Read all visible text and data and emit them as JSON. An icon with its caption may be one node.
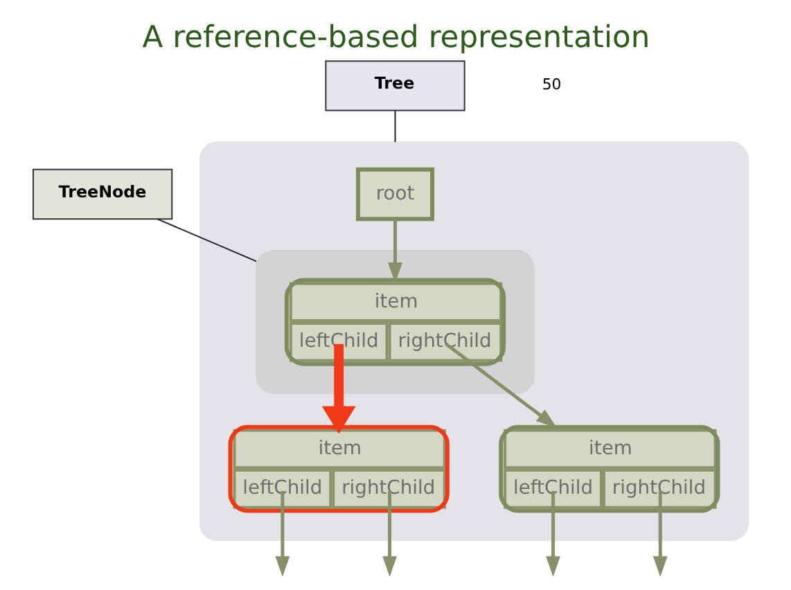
{
  "diagram": {
    "title": "A reference-based representation",
    "nodes": [
      {
        "text": [],
        "shape": "box"
      },
      {
        "text": [
          "root"
        ],
        "in": 0
      },
      {
        "text": [
          "TreeNode"
        ]
      },
      {
        "text": [],
        "shape": "box",
        "in": 0
      },
      {
        "text": [
          "item",
          "leftChild",
          "rightChild"
        ],
        "in": 3
      },
      {
        "text": [
          "Tree"
        ]
      },
      {
        "text": [
          "item",
          "leftChild",
          "rightChild"
        ],
        "in": 0
      },
      {
        "text": [
          "item",
          "leftChild",
          "rightChild"
        ],
        "in": 0
      }
    ],
    "edges": [
      {
        "from": 1,
        "to": 4,
        "arrow": "to"
      },
      {
        "from": 4,
        "to": 6,
        "arrow": "to",
        "style": "thick",
        "color": "#f03a17"
      },
      {
        "from": 4,
        "to": 7,
        "arrow": "to"
      },
      {
        "from": 6,
        "to": null,
        "arrow": "to"
      },
      {
        "from": 6,
        "to": null,
        "arrow": "to"
      },
      {
        "from": 7,
        "to": null,
        "arrow": "to"
      },
      {
        "from": 7,
        "to": null,
        "arrow": "to"
      },
      {
        "from": 2,
        "to": 3,
        "arrow": "none",
        "color": "#222222"
      },
      {
        "from": 5,
        "to": 0,
        "arrow": "none",
        "color": "#222222"
      }
    ],
    "labels": [
      "50"
    ]
  }
}
